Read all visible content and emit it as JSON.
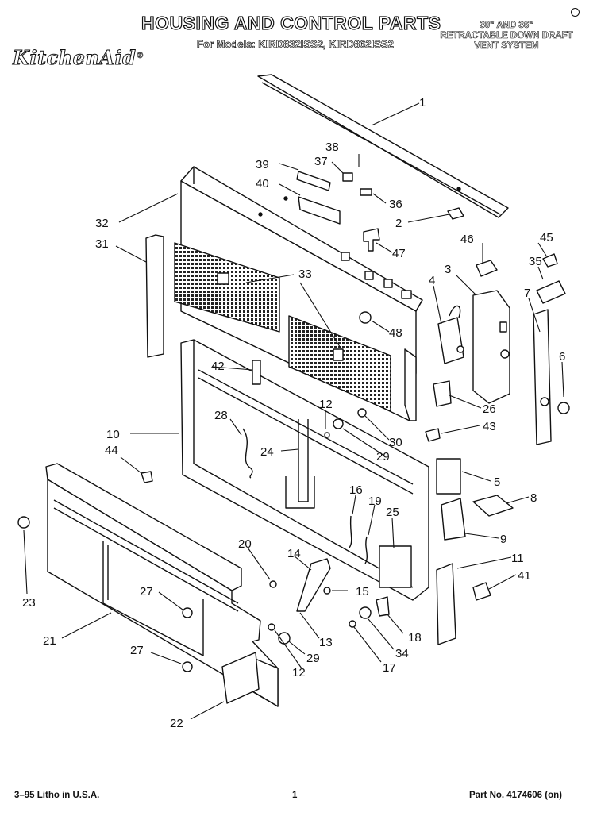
{
  "header": {
    "title": "HOUSING AND CONTROL PARTS",
    "models": "For Models: KIRD832ISS2, KIRD862ISS2",
    "brand": "KitchenAid",
    "brand_mark": "®",
    "system_lines": [
      "30\" AND 36\"",
      "RETRACTABLE DOWN DRAFT",
      "VENT SYSTEM"
    ]
  },
  "callouts": [
    "1",
    "38",
    "39",
    "37",
    "40",
    "36",
    "32",
    "2",
    "31",
    "47",
    "46",
    "45",
    "33",
    "3",
    "35",
    "4",
    "48",
    "7",
    "42",
    "6",
    "12",
    "10",
    "28",
    "26",
    "30",
    "24",
    "43",
    "29",
    "44",
    "5",
    "16",
    "19",
    "8",
    "25",
    "9",
    "20",
    "11",
    "14",
    "41",
    "23",
    "27",
    "15",
    "21",
    "18",
    "13",
    "34",
    "27",
    "29",
    "12",
    "17",
    "22"
  ],
  "footer": {
    "left": "3–95 Litho in U.S.A.",
    "page": "1",
    "part_no": "Part No. 4174606 (on)"
  }
}
